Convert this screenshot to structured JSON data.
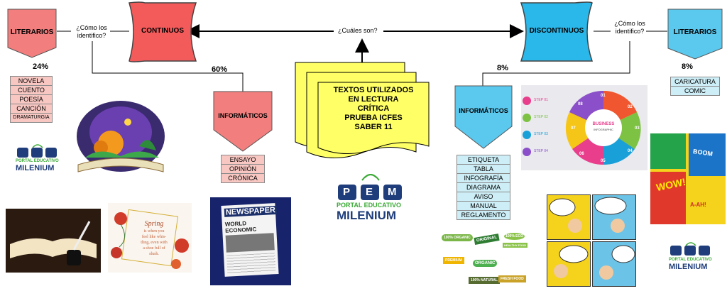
{
  "center": {
    "title_lines": [
      "TEXTOS UTILIZADOS",
      "EN LECTURA",
      "CRÍTICA",
      "PRUEBA ICFES",
      "SABER 11"
    ],
    "question": "¿Cuáles son?"
  },
  "left": {
    "continuous": "CONTINUOS",
    "question_lines": [
      "¿Cómo los",
      "identifico?"
    ],
    "literary": {
      "label": "LITERARIOS",
      "percent": "24%",
      "items": [
        "NOVELA",
        "CUENTO",
        "POESÍA",
        "CANCIÓN",
        "DRAMATURGIA"
      ]
    },
    "informative": {
      "label": "INFORMÁTICOS",
      "percent": "60%",
      "items": [
        "ENSAYO",
        "OPINIÓN",
        "CRÓNICA"
      ]
    }
  },
  "right": {
    "discontinuous": "DISCONTINUOS",
    "question_lines": [
      "¿Cómo los",
      "identifico?"
    ],
    "literary": {
      "label": "LITERARIOS",
      "percent": "8%",
      "items": [
        "CARICATURA",
        "COMIC"
      ]
    },
    "informative": {
      "label": "INFORMÁTICOS",
      "percent": "8%",
      "items": [
        "ETIQUETA",
        "TABLA",
        "INFOGRAFÍA",
        "DIAGRAMA",
        "AVISO",
        "MANUAL",
        "REGLAMENTO"
      ]
    }
  },
  "logo": {
    "top": "PORTAL EDUCATIVO",
    "bottom": "MILENIUM",
    "letters": [
      "P",
      "E",
      "M"
    ]
  },
  "images": {
    "newspaper": {
      "title": "NEWSPAPER",
      "headline": "WORLD ECONOMIC"
    },
    "poem": [
      "Spring",
      "is when you",
      "feel like whis-",
      "tling, even with",
      "a shoe full of",
      "slush."
    ],
    "infographic": {
      "center_title": "BUSINESS",
      "center_sub": "INFOGRAPHIC",
      "numbers": [
        "01",
        "02",
        "03",
        "04",
        "05",
        "06",
        "07",
        "08"
      ],
      "steps": [
        "STEP 01",
        "STEP 02",
        "STEP 03",
        "STEP 04"
      ]
    },
    "labels": [
      "100% ORGANIC",
      "ORIGINAL",
      "100% ECO",
      "HEALTHY FOOD",
      "PREMIUM",
      "100% NATURAL",
      "ORGANIC",
      "FRESH FOOD"
    ],
    "comic_words": [
      "WOW!",
      "BOOM",
      "A-AH!"
    ]
  },
  "colors": {
    "pink": "#f37e7e",
    "pink_light": "#f8c7c2",
    "blue": "#2ab7ea",
    "blue_light": "#cdeef6",
    "yellow": "#ffff66"
  }
}
